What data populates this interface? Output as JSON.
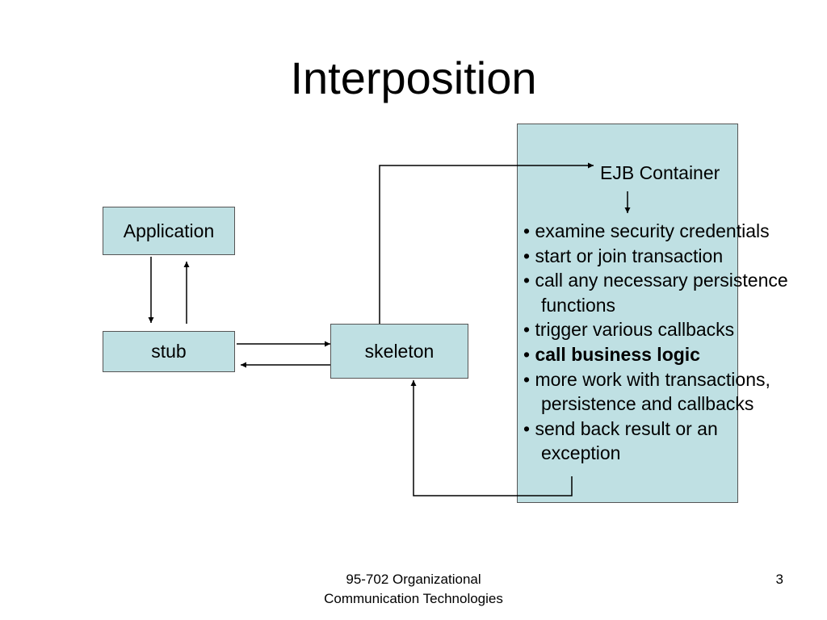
{
  "slide": {
    "title": "Interposition",
    "footer_line1": "95-702 Organizational",
    "footer_line2": "Communication Technologies",
    "page_number": "3"
  },
  "diagram": {
    "nodes": {
      "application": "Application",
      "stub": "stub",
      "skeleton": "skeleton",
      "container": "EJB Container"
    },
    "container_steps": [
      {
        "text": "• examine security credentials",
        "bold": false
      },
      {
        "text": "• start or join transaction",
        "bold": false
      },
      {
        "text": "• call any necessary persistence",
        "continuation": "functions",
        "bold": false
      },
      {
        "text": "•  trigger various callbacks",
        "bold": false
      },
      {
        "bullet": "• ",
        "text": "call business logic",
        "bold": true
      },
      {
        "text": "• more work with transactions,",
        "continuation": "persistence and callbacks",
        "bold": false
      },
      {
        "text": "• send back result or an",
        "continuation": "exception",
        "bold": false
      }
    ],
    "colors": {
      "box_fill": "#bfe0e3",
      "box_border": "#555555",
      "arrow": "#000000"
    }
  }
}
